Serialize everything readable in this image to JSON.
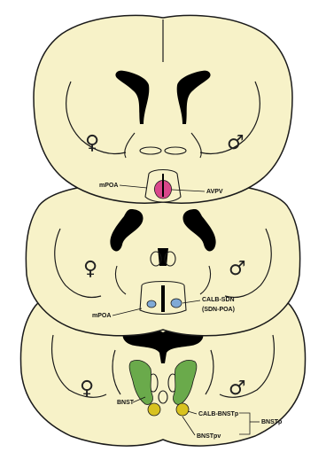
{
  "colors": {
    "tissue": "#f7f2c8",
    "outline": "#1a1a1a",
    "ventricle": "#000000",
    "avpv": "#d9478b",
    "calb_sdn": "#7fa9d6",
    "bnst": "#6aaa4b",
    "bnstp": "#d8c21f"
  },
  "sections": [
    {
      "female_symbol": "♀",
      "male_symbol": "♂"
    },
    {
      "female_symbol": "♀",
      "male_symbol": "♂"
    },
    {
      "female_symbol": "♀",
      "male_symbol": "♂"
    }
  ],
  "labels": {
    "mpoa_top": "mPOA",
    "avpv": "AVPV",
    "calb_sdn": "CALB-SDN",
    "sdn_poa": "(SDN-POA)",
    "mpoa_mid": "mPOA",
    "bnst": "BNST",
    "calb_bnstp": "CALB-BNSTp",
    "bnstp": "BNSTp",
    "bnstpv": "BNSTpv"
  },
  "icons": [
    "female-symbol",
    "male-symbol"
  ]
}
